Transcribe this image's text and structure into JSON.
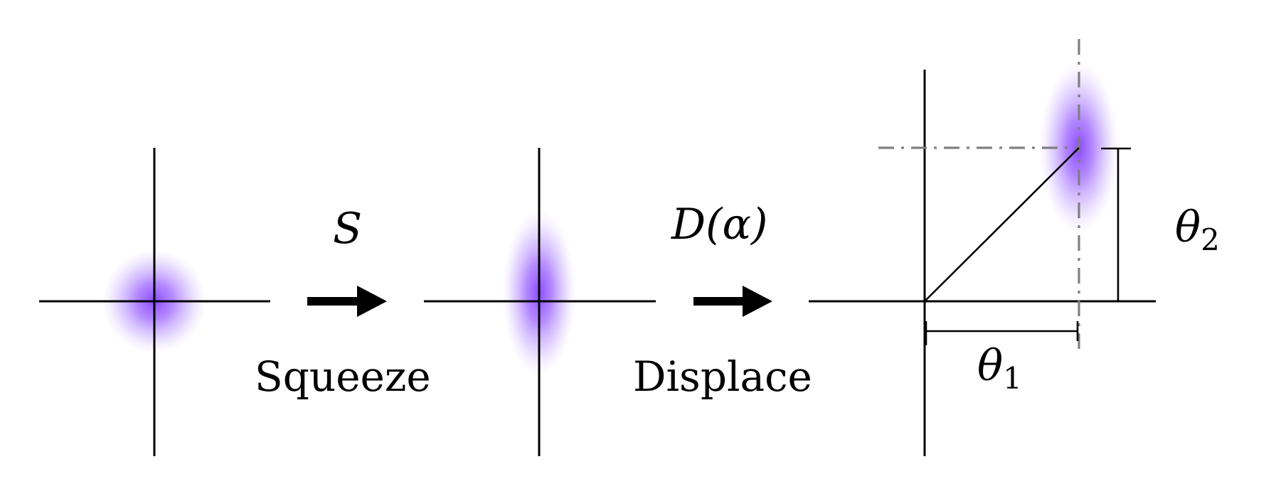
{
  "colors": {
    "state_blob": "#8c4bff",
    "axes": "#000000",
    "projection_lines": "#7f7f7f"
  },
  "step1": {
    "operator": "S",
    "caption": "Squeeze"
  },
  "step2": {
    "operator": "D(α)",
    "caption": "Displace"
  },
  "panel3": {
    "theta1_symbol": "θ",
    "theta1_sub": "1",
    "theta2_symbol": "θ",
    "theta2_sub": "2"
  }
}
